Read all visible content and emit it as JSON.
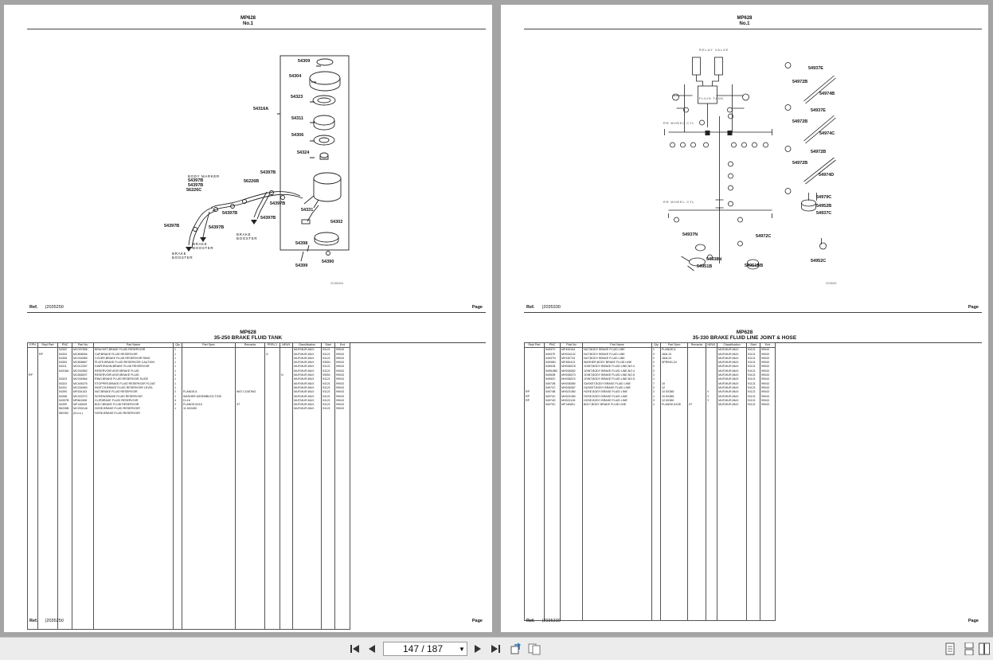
{
  "viewer": {
    "page_indicator": "147 / 187",
    "first_icon": "first-page-icon",
    "prev_icon": "prev-page-icon",
    "next_icon": "next-page-icon",
    "last_icon": "last-page-icon"
  },
  "pages": {
    "left": {
      "model": "MP628",
      "no": "No.1",
      "ref_label": "Ref.",
      "ref_value": "|2035250",
      "page_label": "Page",
      "sheet_model": "MP628",
      "sheet_title": "35-250 BRAKE FLUID TANK",
      "diagram_code": "203525A",
      "labels": {
        "l54309": "54309",
        "l54304": "54304",
        "l54323": "54323",
        "l54316A": "54316A",
        "l54311": "54311",
        "l54306": "54306",
        "l54324": "54324",
        "body_marker": "BODY MARKER",
        "l54397B_a": "54397B",
        "l54397B_b": "54397B",
        "l56226C": "56226C",
        "l56226B": "56226B",
        "l54397B_c": "54397B",
        "l54397B_d": "54397B",
        "l54397B_e": "54397B",
        "l54397B_f": "54397B",
        "l54397B_g": "54397B",
        "l54397B_h": "54397B",
        "l54331": "54331",
        "l54302": "54302",
        "l54398": "54398",
        "l54390": "54390",
        "l54399": "54399",
        "brake_booster_1": "BRAKE BOOSTER",
        "brake_booster_2": "BRAKE BOOSTER",
        "brake_booster_3": "BRAKE BOOSTER"
      },
      "columns": [
        "EPN",
        "Repl Part",
        "PNC",
        "Part No",
        "Part Name",
        "Qty",
        "Part Spec",
        "Remarks",
        "PREV.1",
        "NEW1",
        "Classification",
        "Start",
        "End"
      ],
      "rows": [
        [
          "",
          "",
          "54302",
          "MC037898",
          "BRACKET,BRAKE FLUID RESERVOIR",
          "1",
          "",
          "",
          "",
          "",
          "MUF,MUR,MUX",
          "91121",
          "99043"
        ],
        [
          "",
          "RP",
          "54304",
          "MC808054",
          "CAP,BRAKE FLUID RESERVOIR",
          "1",
          "",
          "",
          "O",
          "",
          "MUF,MUR,MUX",
          "91121",
          "99043"
        ],
        [
          "",
          "",
          "54306",
          "MC034965",
          "COVER,BRAKE FLUID RESERVOIR RING",
          "1",
          "",
          "",
          "",
          "",
          "MUF,MUR,MUX",
          "91121",
          "99043"
        ],
        [
          "",
          "",
          "54309",
          "MC808667",
          "PLATE,BRAKE FLUID RESERVOIR CAUTION",
          "1",
          "",
          "",
          "",
          "",
          "MUF,MUR,MUX",
          "93051",
          "99043"
        ],
        [
          "",
          "",
          "54311",
          "MC012267",
          "DIAPHRAGM,BRAKE FLUID RESERVOIR",
          "1",
          "",
          "",
          "",
          "",
          "MUF,MUR,MUX",
          "91121",
          "99043"
        ],
        [
          "",
          "",
          "54316A",
          "MC034962",
          "RESERVOIR ASSY,BRAKE FLUID",
          "1",
          "",
          "",
          "",
          "",
          "MUF,MUR,MUX",
          "91121",
          "93043"
        ],
        [
          "RP",
          "",
          "",
          "MC808207",
          "RESERVOIR ASSY,BRAKE FLUID",
          "1",
          "",
          "",
          "",
          "N",
          "MUF,MUR,MUX",
          "93051",
          "99043"
        ],
        [
          "",
          "",
          "54323",
          "MC034964",
          "RING,BRAKE FLUID RESERVOIR SLIDE",
          "1",
          "",
          "",
          "",
          "",
          "MUF,MUR,MUX",
          "91121",
          "99043"
        ],
        [
          "",
          "",
          "54324",
          "MC406276",
          "STOPPER,BRAKE FLUID RESERVOIR FLOAT",
          "1",
          "",
          "",
          "",
          "",
          "MUF,MUR,MUX",
          "91121",
          "99043"
        ],
        [
          "",
          "",
          "54331",
          "MC034963",
          "SWITCH,BRAKE FLUID RESERVOIR LEVEL",
          "1",
          "",
          "",
          "",
          "",
          "MUF,MUR,MUX",
          "91121",
          "99043"
        ],
        [
          "",
          "",
          "54390",
          "MF434103",
          "NUT,BRAKE FLUID RESERVOIR",
          "2",
          "FLANGE,6",
          "W/O COATING",
          "",
          "",
          "MUF,MUR,MUX",
          "91121",
          "99043"
        ],
        [
          "",
          "",
          "54398",
          "MC022272",
          "SCREW,BRAKE FLUID RESERVOIR",
          "1",
          "WASHER ASSEMBLED,TX30",
          "",
          "",
          "",
          "MUF,MUR,MUX",
          "91121",
          "99043"
        ],
        [
          "",
          "",
          "54397B",
          "MF661508",
          "CLIP,BRAKE FLUID RESERVOIR",
          "4",
          "D=16",
          "",
          "",
          "",
          "MUF,MUR,MUX",
          "91121",
          "99043"
        ],
        [
          "",
          "",
          "54399",
          "MF140635",
          "BOLT,BRAKE FLUID RESERVOIR",
          "2",
          "FLANGE,6X16",
          "4T",
          "",
          "",
          "MUF,MUR,MUX",
          "91121",
          "99043"
        ],
        [
          "",
          "",
          "56226B",
          "MC253148",
          "HOSE,BRAKE FLUID RESERVOIR",
          "1",
          "11.5X2450",
          "",
          "",
          "",
          "MUF,MUR,MUX",
          "91121",
          "99043"
        ],
        [
          "",
          "",
          "56226C",
          "(N.o.s.)",
          "HOSE,BRAKE FLUID RESERVOIR",
          "",
          "",
          "",
          "",
          "",
          "",
          "",
          ""
        ]
      ]
    },
    "right": {
      "model": "MP628",
      "no": "No.1",
      "ref_label": "Ref.",
      "ref_value": "|2035330",
      "page_label": "Page",
      "sheet_model": "MP628",
      "sheet_title": "35-330 BRAKE FLUID LINE JOINT & HOSE",
      "diagram_code": "203533",
      "labels": {
        "relay": "RELAY VALVE",
        "fluid_tank": "FLUID TANK",
        "wheel_cyl_1": "RR WHEEL CYL",
        "wheel_cyl_2": "RR WHEEL CYL",
        "l54937E_a": "54937E",
        "l54972B_a": "54972B",
        "l54974B": "54974B",
        "l54937E_b": "54937E",
        "l54972B_b": "54972B",
        "l54974C": "54974C",
        "l54972B_c": "54972B",
        "l54972B_d": "54972B",
        "l54974D": "54974D",
        "l54979C": "54979C",
        "l54952B": "54952B",
        "l54937C": "54937C",
        "l54937N": "54937N",
        "l54938N": "54938N",
        "l54951B": "54951B",
        "l54972C": "54972C",
        "l54951BB": "54951BB",
        "l54952C": "54952C"
      },
      "columns": [
        "Repl Part",
        "PNC",
        "Part No",
        "Part Name",
        "Qty",
        "Part Spec",
        "Remarks",
        "NEW1",
        "Classification",
        "Start",
        "End"
      ],
      "rows": [
        [
          "",
          "54937C",
          "MF434104",
          "NUT,BODY BRAKE FLUID LINE",
          "1",
          "FLANGE,6",
          "",
          "",
          "MUF,MUR,MUX",
          "91121",
          "99043"
        ],
        [
          "",
          "54937E",
          "MH034132",
          "NUT,BODY BRAKE FLUID LINE",
          "3",
          "JAM,13",
          "",
          "",
          "MUF,MUR,MUX",
          "91121",
          "99043"
        ],
        [
          "",
          "54937N",
          "MF430733",
          "NUT,BODY BRAKE FLUID LINE",
          "2",
          "JAM,24",
          "",
          "",
          "MUF,MUR,MUX",
          "91121",
          "99043"
        ],
        [
          "",
          "54938N",
          "MF450413",
          "WASHER,BODY BRAKE FLUID LINE",
          "2",
          "SPRING,24",
          "",
          "",
          "MUF,MUR,MUX",
          "91121",
          "99043"
        ],
        [
          "",
          "54951B",
          "MH038378",
          "JOINT,BODY BRAKE FLUID LINE,NO.4",
          "2",
          "",
          "",
          "",
          "MUF,MUR,MUX",
          "91121",
          "99043"
        ],
        [
          "",
          "54951BB",
          "MH038362",
          "JOINT,BODY BRAKE FLUID LINE,NO.4",
          "2",
          "",
          "",
          "",
          "MUF,MUR,MUX",
          "91121",
          "99043"
        ],
        [
          "",
          "54952B",
          "MH038373",
          "JOINT,BODY BRAKE FLUID LINE,NO.5",
          "1",
          "",
          "",
          "",
          "MUF,MUR,MUX",
          "91121",
          "99043"
        ],
        [
          "",
          "54952C",
          "MH038374",
          "JOINT,BODY BRAKE FLUID LINE,NO.5",
          "1",
          "",
          "",
          "",
          "MUF,MUR,MUX",
          "91121",
          "99043"
        ],
        [
          "",
          "54972B",
          "MH038380",
          "GASKET,BODY BRAKE FLUID LINE",
          "7",
          "10",
          "",
          "",
          "MUF,MUR,MUX",
          "91121",
          "99043"
        ],
        [
          "",
          "54972C",
          "MH038387",
          "GASKET,BODY BRAKE FLUID LINE",
          "2",
          "12",
          "",
          "",
          "MUF,MUR,MUX",
          "91121",
          "99043"
        ],
        [
          "RP",
          "54974B",
          "MH021080",
          "HOSE,BODY BRAKE FLUID LINE",
          "2",
          "10.5X385",
          "",
          "Y",
          "MUF,MUR,MUX",
          "91121",
          "99043"
        ],
        [
          "RP",
          "54974C",
          "MH021080",
          "HOSE,BODY BRAKE FLUID LINE",
          "1",
          "10.5X385",
          "",
          "Y",
          "MUF,MUR,MUX",
          "91121",
          "99043"
        ],
        [
          "RP",
          "54974D",
          "MH021126",
          "HOSE,BODY BRAKE FLUID LINE",
          "3",
          "12.5X380",
          "",
          "Y",
          "MUF,MUR,MUX",
          "91121",
          "99043"
        ],
        [
          "",
          "54979C",
          "MF140651",
          "BOLT,BODY BRAKE FLUID LINE",
          "1",
          "FLANGE,6X35",
          "4T",
          "",
          "MUF,MUR,MUX",
          "91121",
          "99043"
        ]
      ]
    }
  }
}
